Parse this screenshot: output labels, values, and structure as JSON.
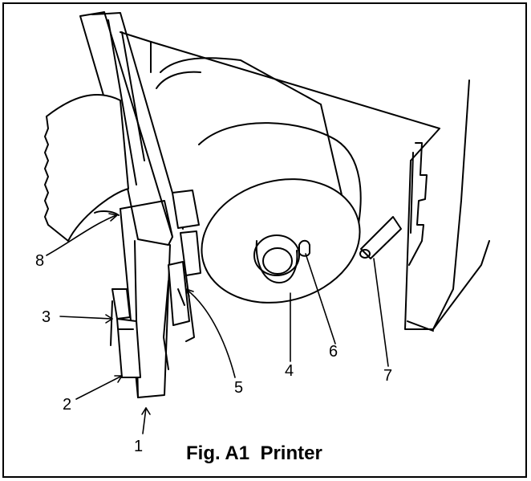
{
  "figure": {
    "caption": "Fig. A1  Printer",
    "callouts": [
      {
        "id": "1",
        "text": "1"
      },
      {
        "id": "2",
        "text": "2"
      },
      {
        "id": "3",
        "text": "3"
      },
      {
        "id": "4",
        "text": "4"
      },
      {
        "id": "5",
        "text": "5"
      },
      {
        "id": "6",
        "text": "6"
      },
      {
        "id": "7",
        "text": "7"
      },
      {
        "id": "8",
        "text": "8"
      }
    ]
  },
  "colors": {
    "ink": "#000000",
    "paper": "#ffffff"
  }
}
